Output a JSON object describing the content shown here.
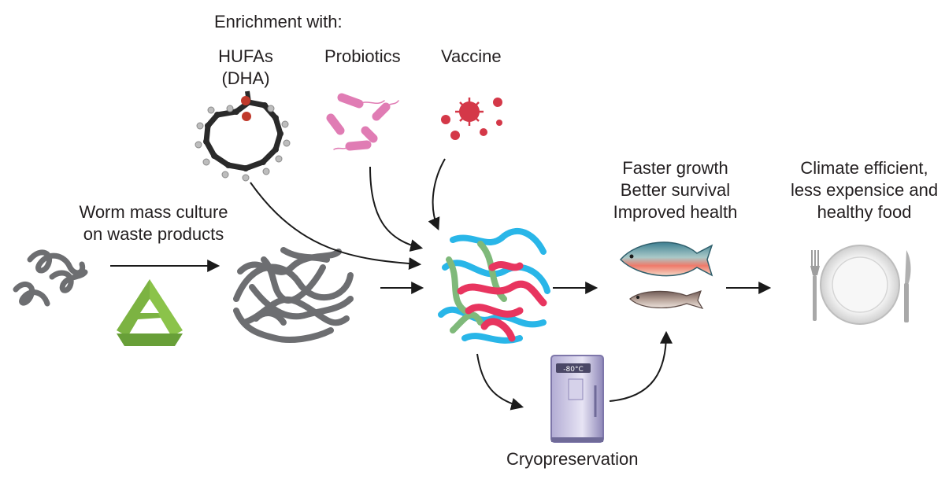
{
  "labels": {
    "enrichment_heading": "Enrichment with:",
    "hufas_line1": "HUFAs",
    "hufas_line2": "(DHA)",
    "probiotics": "Probiotics",
    "vaccine": "Vaccine",
    "worm_line1": "Worm mass culture",
    "worm_line2": "on waste products",
    "outcome_line1": "Faster growth",
    "outcome_line2": "Better survival",
    "outcome_line3": "Improved health",
    "food_line1": "Climate efficient,",
    "food_line2": "less expensice and",
    "food_line3": "healthy food",
    "cryo": "Cryopreservation"
  },
  "freezer_display": "-80°C",
  "colors": {
    "worm_gray": "#6d6e71",
    "recycle_green": "#7cb342",
    "worm_blue": "#29b6e8",
    "worm_pink": "#e8355f",
    "worm_green": "#7fb97a",
    "bacteria_pink": "#e07cb4",
    "virus_red": "#d43848",
    "freezer_purple": "#8e87b8",
    "arrow": "#1a1a1a"
  },
  "icons": [
    "wiggly-worms-icon",
    "recycle-icon",
    "worm-mass-icon",
    "dha-molecule-icon",
    "bacteria-icon",
    "virus-icon",
    "enriched-worms-icon",
    "freezer-icon",
    "salmon-icon",
    "herring-icon",
    "plate-cutlery-icon"
  ]
}
